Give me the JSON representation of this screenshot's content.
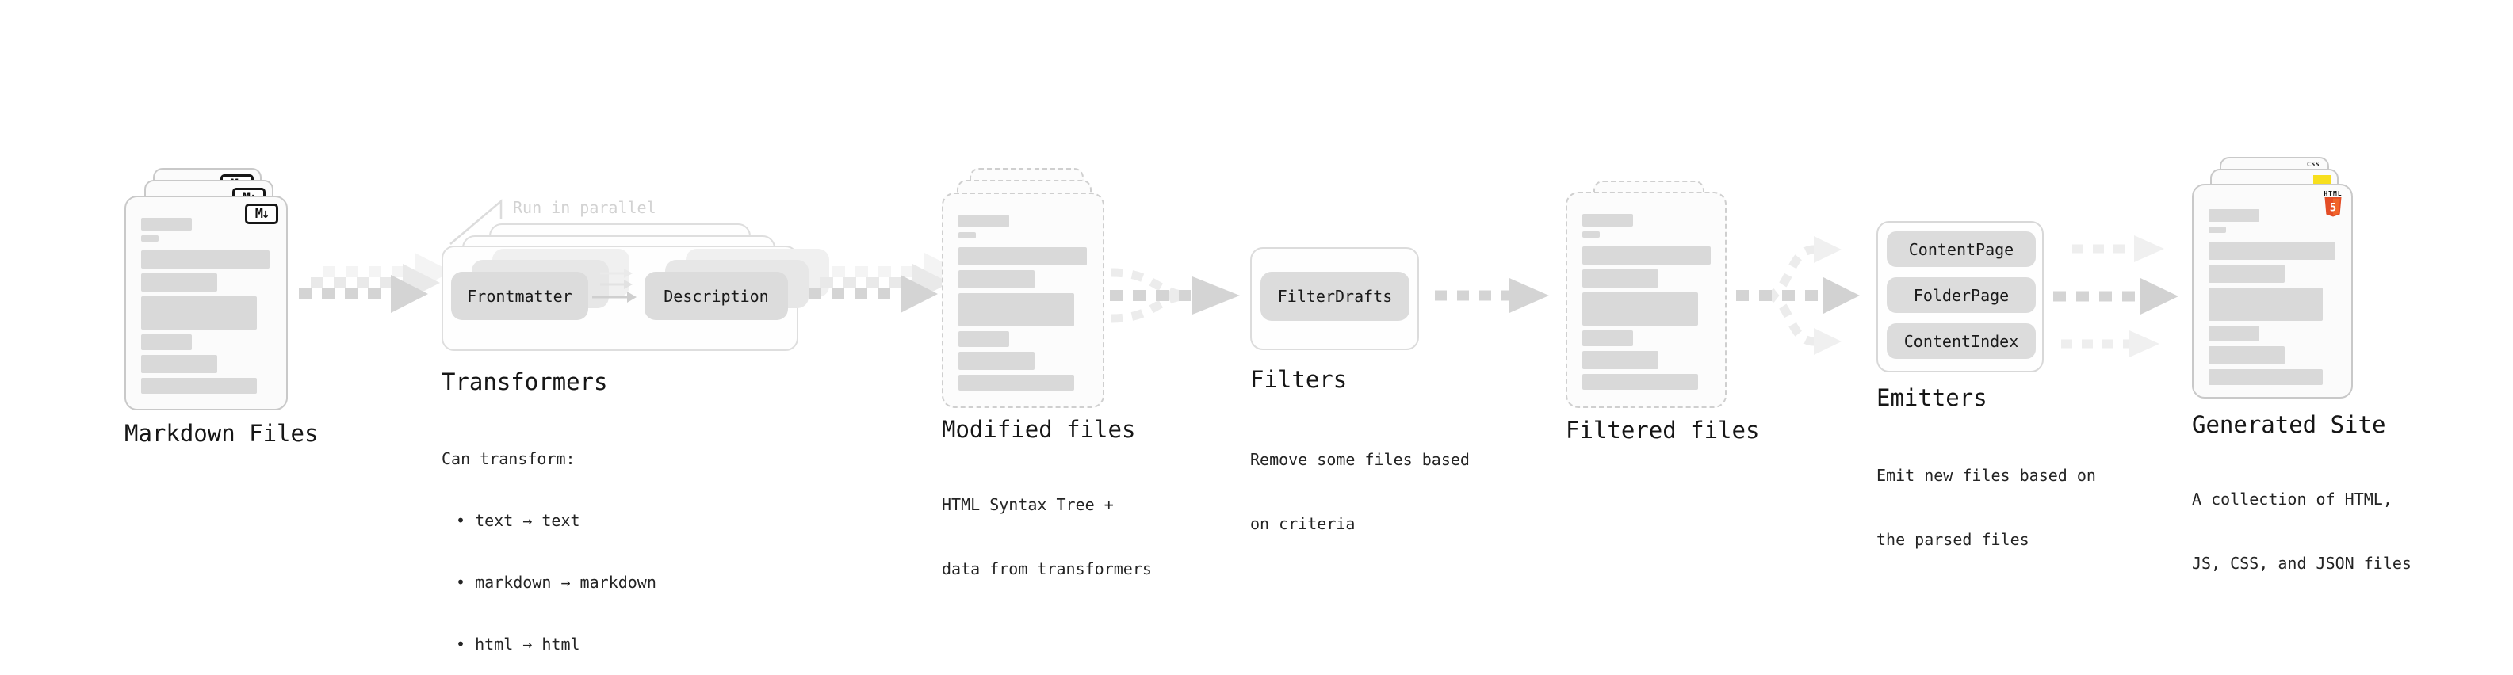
{
  "pipeline": {
    "markdown_files": {
      "label": "Markdown Files",
      "badge": "M↓"
    },
    "transformers": {
      "label": "Transformers",
      "callout": "Run in parallel",
      "steps": [
        "Frontmatter",
        "Description"
      ],
      "desc_heading": "Can transform:",
      "bullets": [
        "• text → text",
        "• markdown → markdown",
        "• html → html"
      ]
    },
    "modified_files": {
      "label": "Modified files",
      "desc_lines": [
        "HTML Syntax Tree +",
        "data from transformers"
      ]
    },
    "filters": {
      "label": "Filters",
      "steps": [
        "FilterDrafts"
      ],
      "desc_lines": [
        "Remove some files based",
        "on criteria"
      ]
    },
    "filtered_files": {
      "label": "Filtered files"
    },
    "emitters": {
      "label": "Emitters",
      "steps": [
        "ContentPage",
        "FolderPage",
        "ContentIndex"
      ],
      "desc_lines": [
        "Emit new files based on",
        "the parsed files"
      ]
    },
    "generated_site": {
      "label": "Generated Site",
      "desc_lines": [
        "A collection of HTML,",
        "JS, CSS, and JSON files"
      ],
      "badges": {
        "css_label": "CSS",
        "html_label": "HTML",
        "html_number": "5"
      }
    },
    "colors": {
      "arrow_main": "#d4d4d4",
      "arrow_echo": "#ececec",
      "skeleton_bar": "#d9d9d9",
      "html5_orange": "#e44d26",
      "js_yellow": "#f7df1e",
      "css_blue": "#264de4"
    }
  }
}
